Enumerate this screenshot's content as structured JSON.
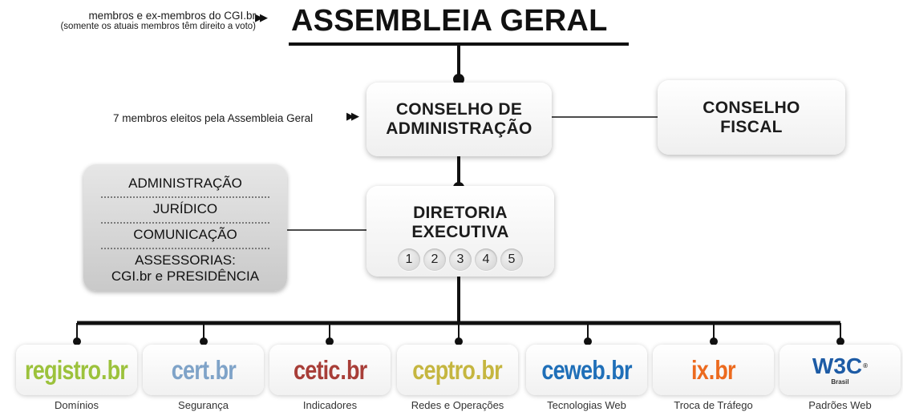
{
  "header": {
    "title": "ASSEMBLEIA GERAL",
    "members_note_line1": "membros e ex-membros do CGI.br",
    "members_note_line2": "(somente os atuais membros têm direito a voto)",
    "arrow_icon": "double-arrow-right-icon"
  },
  "council_note": "7 membros eleitos pela Assembleia Geral",
  "boxes": {
    "conselho_adm": "CONSELHO DE\nADMINISTRAÇÃO",
    "conselho_fiscal": "CONSELHO\nFISCAL",
    "diretoria": "DIRETORIA\nEXECUTIVA",
    "diretoria_numbers": [
      "1",
      "2",
      "3",
      "4",
      "5"
    ]
  },
  "departments": [
    "ADMINISTRAÇÃO",
    "JURÍDICO",
    "COMUNICAÇÃO",
    "ASSESSORIAS:\nCGI.br e PRESIDÊNCIA"
  ],
  "centers": [
    {
      "name": "registro",
      "suffix": "br",
      "label": "Domínios",
      "color": "#9cc23c"
    },
    {
      "name": "cert",
      "suffix": "br",
      "label": "Segurança",
      "color": "#7fa3c8"
    },
    {
      "name": "cetic",
      "suffix": "br",
      "label": "Indicadores",
      "color": "#a83e38"
    },
    {
      "name": "ceptro",
      "suffix": "br",
      "label": "Redes e Operações",
      "color": "#c5b640"
    },
    {
      "name": "ceweb",
      "suffix": "br",
      "label": "Tecnologias Web",
      "color": "#1f6fb8"
    },
    {
      "name": "ix",
      "suffix": "br",
      "label": "Troca de Tráfego",
      "color": "#ec6a1e"
    },
    {
      "name": "W3C",
      "suffix": "Brasil",
      "label": "Padrões Web",
      "color": "#1d5ba5"
    }
  ],
  "colors": {
    "connector": "#111111",
    "box_gradient_top": "#ffffff",
    "box_gradient_bottom": "#efefef",
    "departments_box": "#d6d6d6"
  }
}
